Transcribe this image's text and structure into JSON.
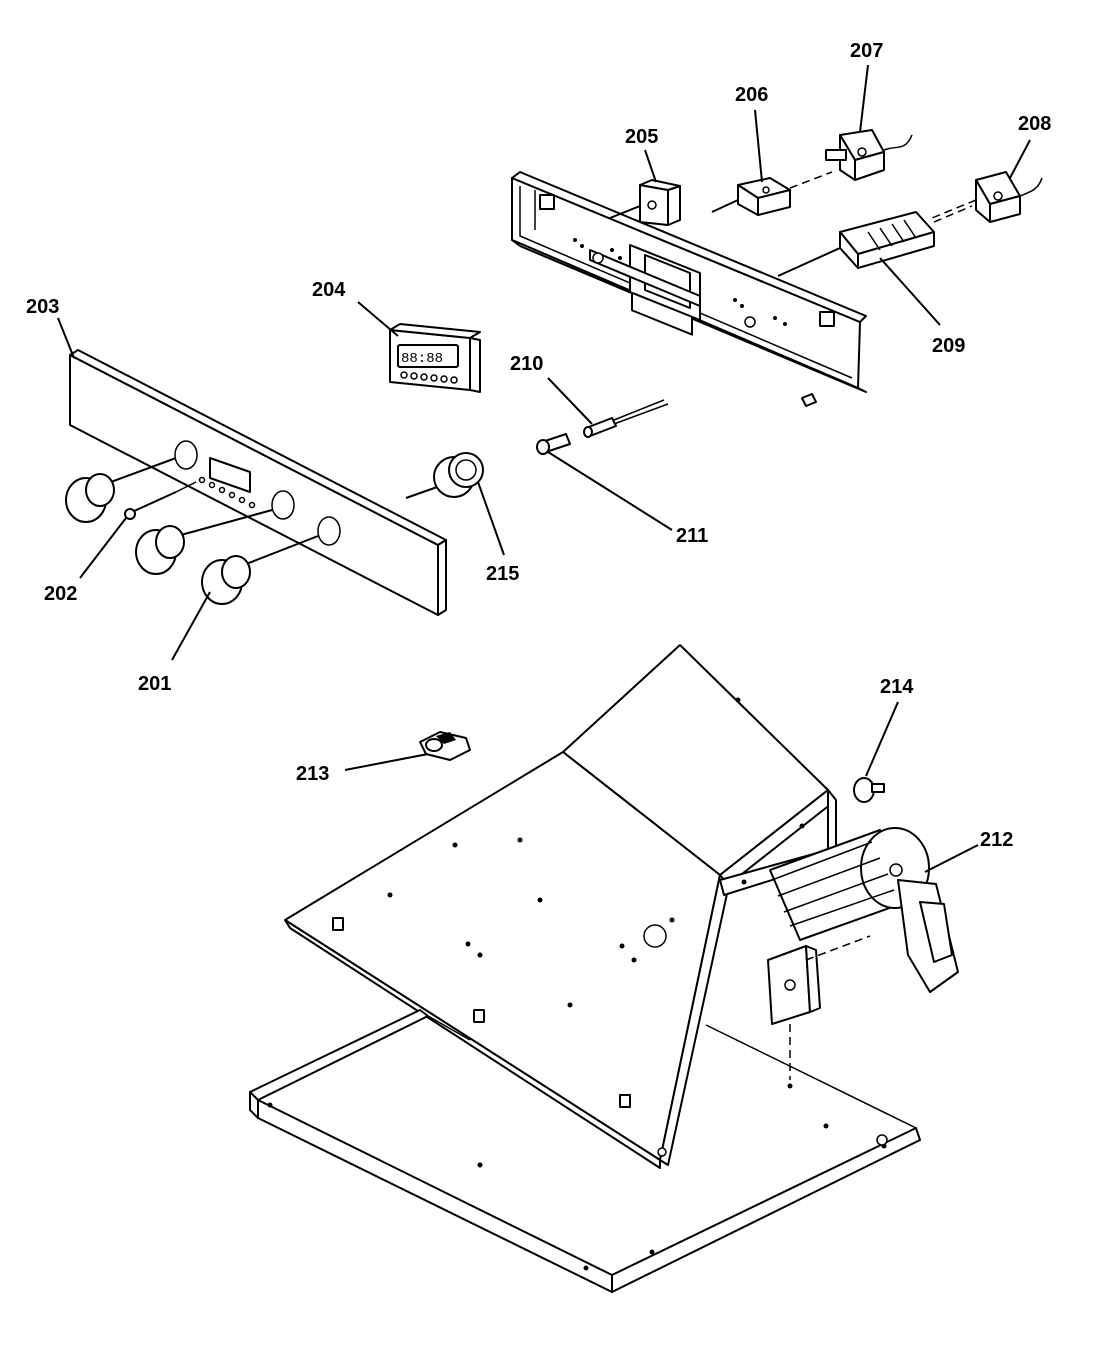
{
  "diagram": {
    "callouts": [
      {
        "id": "201",
        "label": "201"
      },
      {
        "id": "202",
        "label": "202"
      },
      {
        "id": "203",
        "label": "203"
      },
      {
        "id": "204",
        "label": "204"
      },
      {
        "id": "205",
        "label": "205"
      },
      {
        "id": "206",
        "label": "206"
      },
      {
        "id": "207",
        "label": "207"
      },
      {
        "id": "208",
        "label": "208"
      },
      {
        "id": "209",
        "label": "209"
      },
      {
        "id": "210",
        "label": "210"
      },
      {
        "id": "211",
        "label": "211"
      },
      {
        "id": "212",
        "label": "212"
      },
      {
        "id": "213",
        "label": "213"
      },
      {
        "id": "214",
        "label": "214"
      },
      {
        "id": "215",
        "label": "215"
      }
    ],
    "display_digits": "88:88"
  }
}
